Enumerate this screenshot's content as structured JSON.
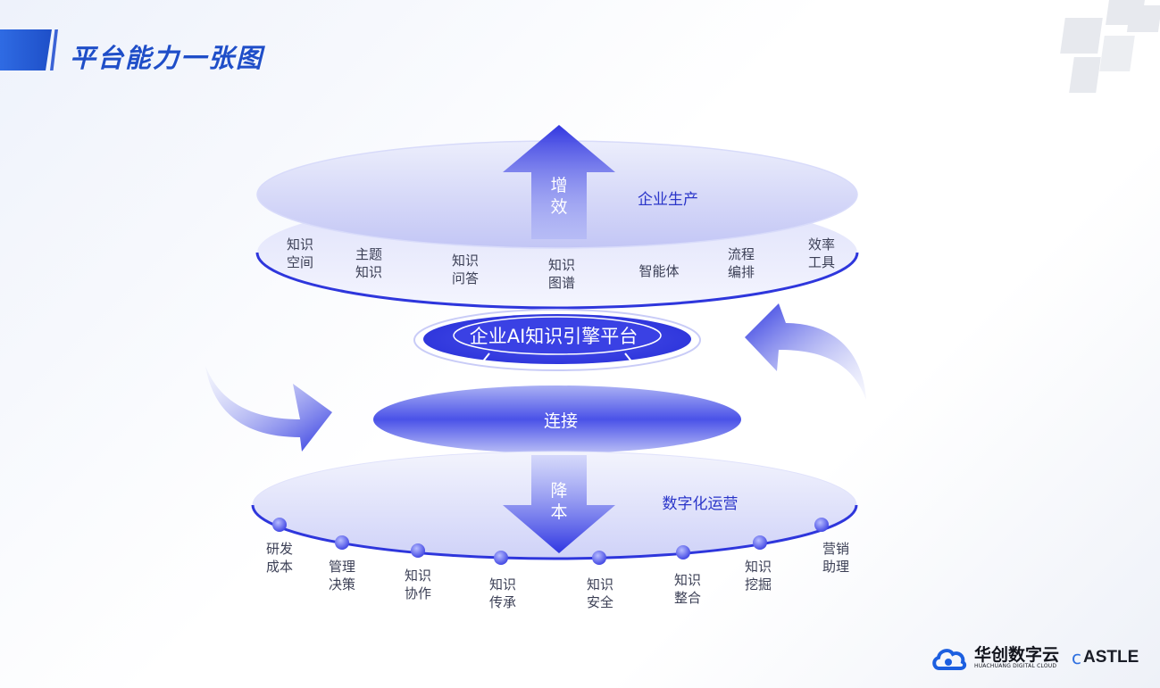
{
  "header": {
    "title": "平台能力一张图"
  },
  "top_layer": {
    "label": "企业生产",
    "arrow_label": [
      "增",
      "效"
    ],
    "items": [
      [
        "知识",
        "空间"
      ],
      [
        "主题",
        "知识"
      ],
      [
        "知识",
        "问答"
      ],
      [
        "知识",
        "图谱"
      ],
      [
        "智能体"
      ],
      [
        "流程",
        "编排"
      ],
      [
        "效率",
        "工具"
      ]
    ]
  },
  "core": {
    "label": "企业AI知识引擎平台"
  },
  "connect": {
    "label": "连接"
  },
  "bottom_layer": {
    "label": "数字化运营",
    "arrow_label": [
      "降",
      "本"
    ],
    "items": [
      [
        "研发",
        "成本"
      ],
      [
        "管理",
        "决策"
      ],
      [
        "知识",
        "协作"
      ],
      [
        "知识",
        "传承"
      ],
      [
        "知识",
        "安全"
      ],
      [
        "知识",
        "整合"
      ],
      [
        "知识",
        "挖掘"
      ],
      [
        "营销",
        "助理"
      ]
    ]
  },
  "brand": {
    "name": "华创数字云",
    "sub": "HUACHUANG DIGITAL CLOUD",
    "partner": "ASTLE"
  },
  "colors": {
    "accent": "#2f3fe0",
    "title": "#1f4ec8",
    "ellipse": "#c9ccf7"
  }
}
